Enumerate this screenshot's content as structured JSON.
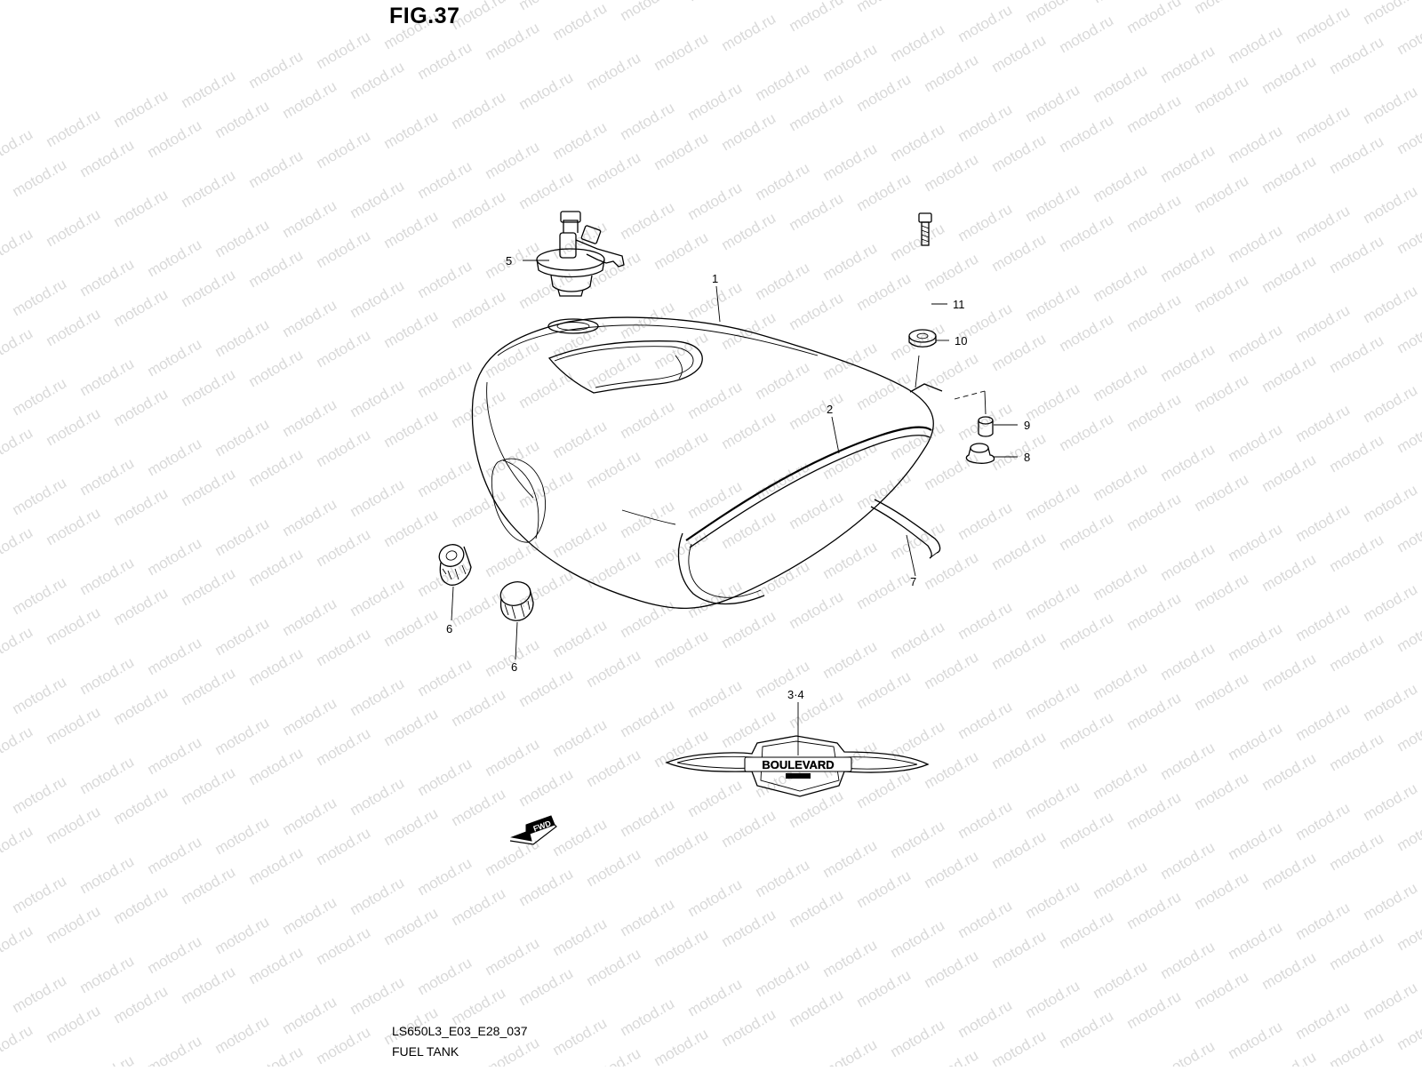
{
  "figure": {
    "title": "FIG.37",
    "code": "LS650L3_E03_E28_037",
    "name": "FUEL TANK"
  },
  "watermark": {
    "text": "motod.ru",
    "color": "#d9d9d9"
  },
  "callouts": {
    "c1": "1",
    "c2": "2",
    "c3_4": "3·4",
    "c5": "5",
    "c6a": "6",
    "c6b": "6",
    "c7": "7",
    "c8": "8",
    "c9": "9",
    "c10": "10",
    "c11": "11"
  },
  "emblem": {
    "text": "BOULEVARD"
  },
  "fwd": {
    "text": "FWD"
  }
}
